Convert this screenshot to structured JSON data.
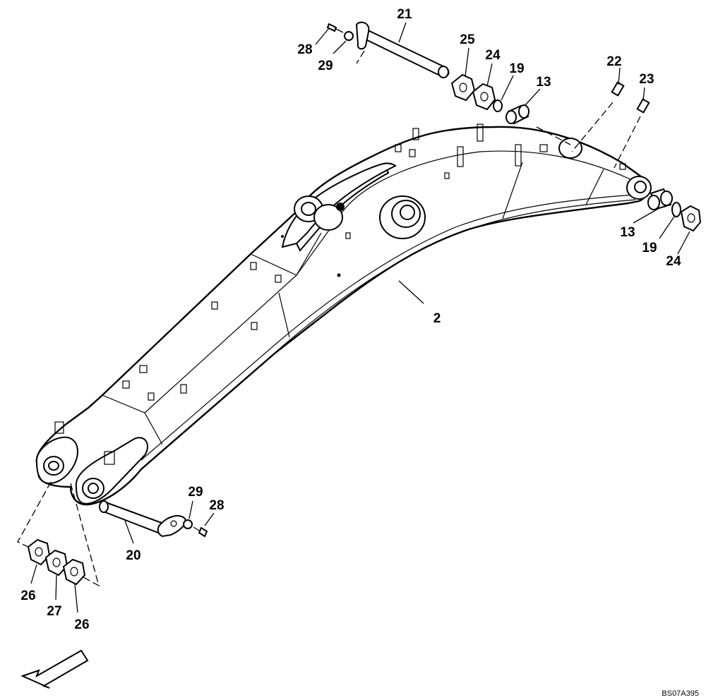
{
  "diagram": {
    "reference_code": "BS07A395",
    "callouts": {
      "c2": "2",
      "c13a": "13",
      "c13b": "13",
      "c19a": "19",
      "c19b": "19",
      "c20": "20",
      "c21": "21",
      "c22": "22",
      "c23": "23",
      "c24a": "24",
      "c24b": "24",
      "c25": "25",
      "c26a": "26",
      "c26b": "26",
      "c27": "27",
      "c28a": "28",
      "c28b": "28",
      "c29a": "29",
      "c29b": "29"
    },
    "direction_arrow_icon": "front-direction-arrow-icon"
  }
}
